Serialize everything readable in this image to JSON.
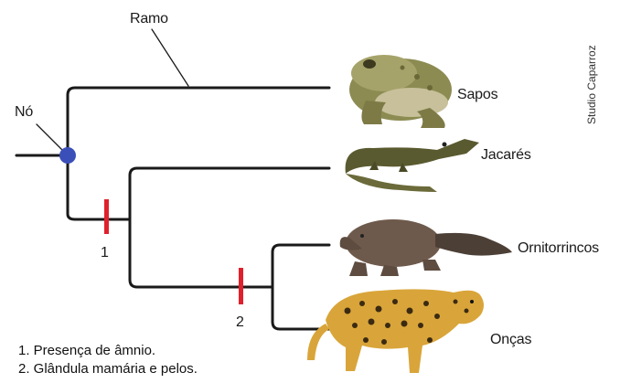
{
  "labels": {
    "branch": "Ramo",
    "node": "Nó",
    "mark1": "1",
    "mark2": "2"
  },
  "taxa": [
    {
      "name": "Sapos",
      "icon": "toad-icon"
    },
    {
      "name": "Jacarés",
      "icon": "caiman-icon"
    },
    {
      "name": "Ornitorrincos",
      "icon": "platypus-icon"
    },
    {
      "name": "Onças",
      "icon": "jaguar-icon"
    }
  ],
  "legend": [
    "1. Presença de âmnio.",
    "2. Glândula mamária e pelos."
  ],
  "credit": "Studio Caparroz",
  "colors": {
    "lines": "#1a1a1a",
    "node": "#3a4fb8",
    "marks": "#e0202c"
  }
}
